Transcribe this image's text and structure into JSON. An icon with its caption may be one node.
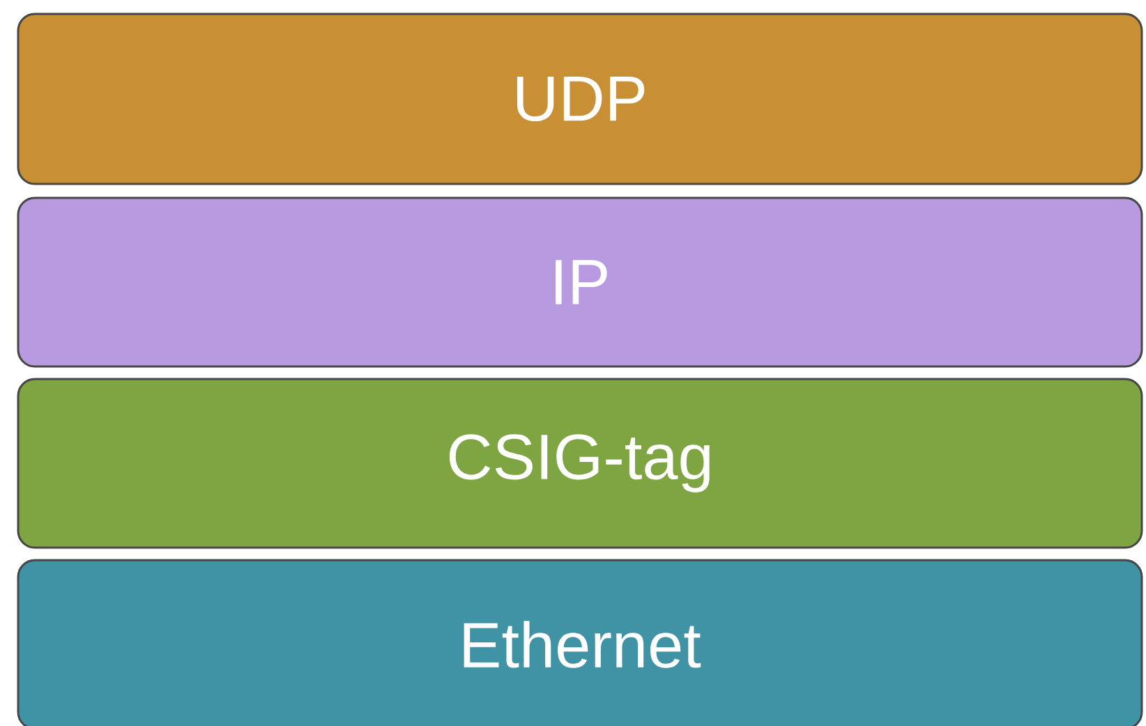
{
  "diagram": {
    "nodes": [
      {
        "text": [
          "UDP"
        ]
      },
      {
        "text": [
          "IP"
        ]
      },
      {
        "text": [
          "CSIG-tag"
        ]
      },
      {
        "text": [
          "Ethernet"
        ]
      }
    ]
  }
}
